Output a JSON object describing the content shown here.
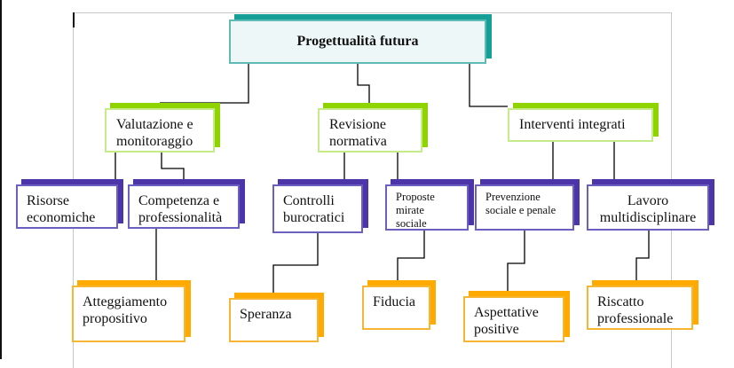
{
  "diagram": {
    "title": "Progettualità futura",
    "root": {
      "id": "root",
      "label": "Progettualità futura",
      "color": "#169f96"
    },
    "branches": [
      {
        "id": "b1",
        "label": "Valutazione e monitoraggio",
        "lines": [
          "Valutazione e",
          "monitoraggio"
        ],
        "color": "#8fd400",
        "children": [
          {
            "id": "b1c1",
            "lines": [
              "Risorse",
              "economiche"
            ],
            "color": "#4c35a8",
            "children": []
          },
          {
            "id": "b1c2",
            "lines": [
              "Competenza e",
              "professionalità"
            ],
            "color": "#4c35a8",
            "children": [
              {
                "id": "b1c2o",
                "lines": [
                  "Atteggiamento",
                  "propositivo"
                ],
                "color": "#ffaa00"
              }
            ]
          }
        ]
      },
      {
        "id": "b2",
        "label": "Revisione normativa",
        "lines": [
          "Revisione",
          "normativa"
        ],
        "color": "#8fd400",
        "children": [
          {
            "id": "b2c1",
            "lines": [
              "Controlli",
              "burocratici"
            ],
            "color": "#4c35a8",
            "children": [
              {
                "id": "b2c1o",
                "lines": [
                  "Speranza"
                ],
                "color": "#ffaa00"
              }
            ]
          },
          {
            "id": "b2c2",
            "lines": [
              "Proposte",
              "mirate",
              "sociale"
            ],
            "color": "#4c35a8",
            "children": [
              {
                "id": "b2c2o",
                "lines": [
                  "Fiducia"
                ],
                "color": "#ffaa00"
              }
            ]
          }
        ]
      },
      {
        "id": "b3",
        "label": "Interventi integrati",
        "lines": [
          "Interventi integrati"
        ],
        "color": "#8fd400",
        "children": [
          {
            "id": "b3c1",
            "lines": [
              "Prevenzione",
              "sociale e penale"
            ],
            "color": "#4c35a8",
            "children": [
              {
                "id": "b3c1o",
                "lines": [
                  "Aspettative",
                  "positive"
                ],
                "color": "#ffaa00"
              }
            ]
          },
          {
            "id": "b3c2",
            "lines": [
              "Lavoro",
              "multidisciplinare"
            ],
            "color": "#4c35a8",
            "children": [
              {
                "id": "b3c2o",
                "lines": [
                  "Riscatto",
                  "professionale"
                ],
                "color": "#ffaa00"
              }
            ]
          }
        ]
      }
    ]
  },
  "text": {
    "root": "Progettualità futura",
    "b1": "Valutazione e\nmonitoraggio",
    "b2": "Revisione\nnormativa",
    "b3": "Interventi integrati",
    "b1c1": "Risorse\neconomiche",
    "b1c2": "Competenza e\nprofessionalità",
    "b2c1": "Controlli\nburocratici",
    "b2c2": "Proposte\nmirate\nsociale",
    "b3c1": "Prevenzione\nsociale e penale",
    "b3c2": "Lavoro\nmultidisciplinare",
    "b1c2o": "Atteggiamento\npropositivo",
    "b2c1o": "Speranza",
    "b2c2o": "Fiducia",
    "b3c1o": "Aspettative\npositive",
    "b3c2o": "Riscatto\nprofessionale"
  }
}
